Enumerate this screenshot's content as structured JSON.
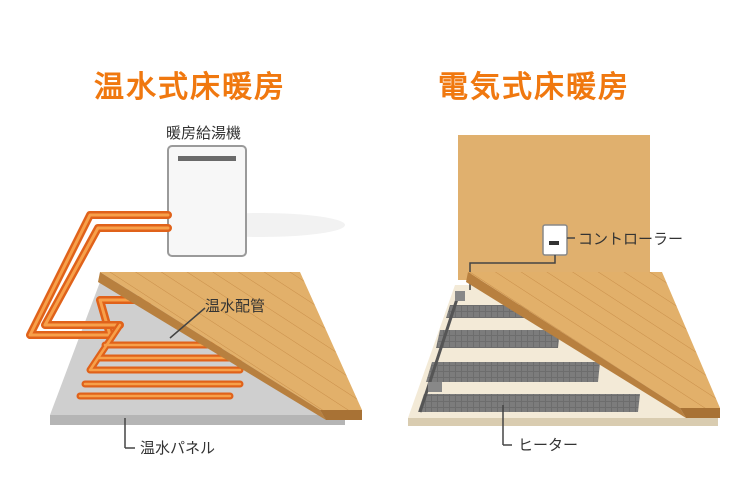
{
  "left": {
    "title": "温水式床暖房",
    "boiler_label": "暖房給湯機",
    "pipe_label": "温水配管",
    "panel_label": "温水パネル"
  },
  "right": {
    "title": "電気式床暖房",
    "controller_label": "コントローラー",
    "heater_label": "ヒーター"
  },
  "colors": {
    "title_orange": "#f0780f",
    "pipe_orange": "#f07a1a",
    "wood": "#e2b06a",
    "wall": "#e0b06e",
    "heater_gray": "#6d6d6d",
    "panel_gray": "#cfcfcf"
  }
}
